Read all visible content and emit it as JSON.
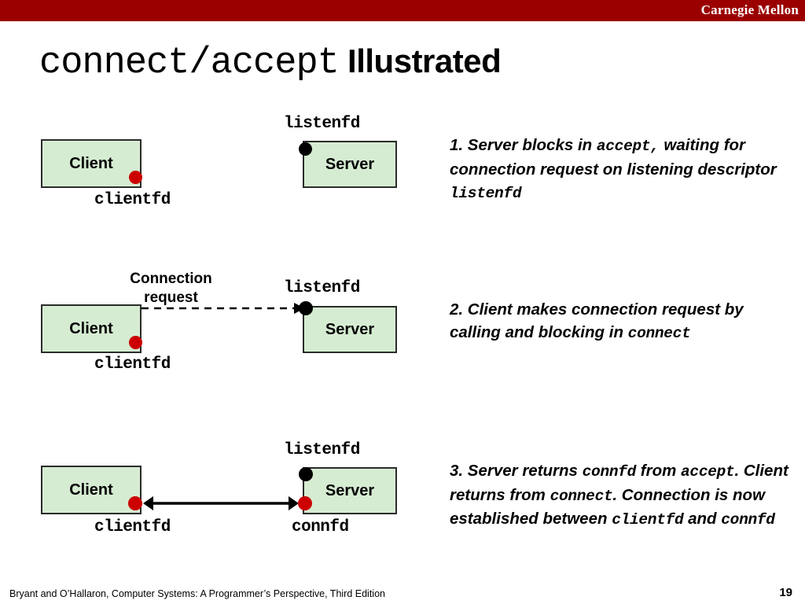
{
  "header": {
    "brand": "Carnegie Mellon",
    "bar_color": "#9b0000"
  },
  "title": {
    "code_part": "connect/accept",
    "plain_part": " Illustrated"
  },
  "colors": {
    "box_fill": "#d6ecd2",
    "box_border": "#2b2b2b",
    "dot_red": "#cc0000",
    "dot_black": "#000000"
  },
  "diagram": {
    "rows": [
      {
        "id": "row-1",
        "client_label": "Client",
        "server_label": "Server",
        "client_fd_label": "clientfd",
        "server_top_fd_label": "listenfd",
        "server_bottom_fd_label": "",
        "connection_label": "",
        "arrow": "none"
      },
      {
        "id": "row-2",
        "client_label": "Client",
        "server_label": "Server",
        "client_fd_label": "clientfd",
        "server_top_fd_label": "listenfd",
        "server_bottom_fd_label": "",
        "connection_label": "Connection\nrequest",
        "arrow": "dashed-right"
      },
      {
        "id": "row-3",
        "client_label": "Client",
        "server_label": "Server",
        "client_fd_label": "clientfd",
        "server_top_fd_label": "listenfd",
        "server_bottom_fd_label": "connfd",
        "connection_label": "",
        "arrow": "solid-double"
      }
    ]
  },
  "steps": [
    {
      "id": "step-1",
      "segments": [
        {
          "text": "1. Server blocks in ",
          "style": "plain"
        },
        {
          "text": "accept,",
          "style": "code"
        },
        {
          "text": " waiting for connection request on listening descriptor ",
          "style": "plain"
        },
        {
          "text": "listenfd",
          "style": "code"
        }
      ]
    },
    {
      "id": "step-2",
      "segments": [
        {
          "text": "2. Client makes connection request by calling and blocking in ",
          "style": "plain"
        },
        {
          "text": "connect",
          "style": "code"
        }
      ]
    },
    {
      "id": "step-3",
      "segments": [
        {
          "text": "3. Server returns ",
          "style": "plain"
        },
        {
          "text": "connfd",
          "style": "code"
        },
        {
          "text": " from ",
          "style": "plain"
        },
        {
          "text": "accept",
          "style": "code"
        },
        {
          "text": ". Client returns from ",
          "style": "plain"
        },
        {
          "text": "connect",
          "style": "code"
        },
        {
          "text": ". Connection is now established between ",
          "style": "plain"
        },
        {
          "text": "clientfd",
          "style": "code"
        },
        {
          "text": " and ",
          "style": "plain"
        },
        {
          "text": "connfd",
          "style": "code"
        }
      ]
    }
  ],
  "footer": {
    "citation": "Bryant and O’Hallaron, Computer Systems: A Programmer’s Perspective, Third Edition",
    "page_number": "19"
  }
}
